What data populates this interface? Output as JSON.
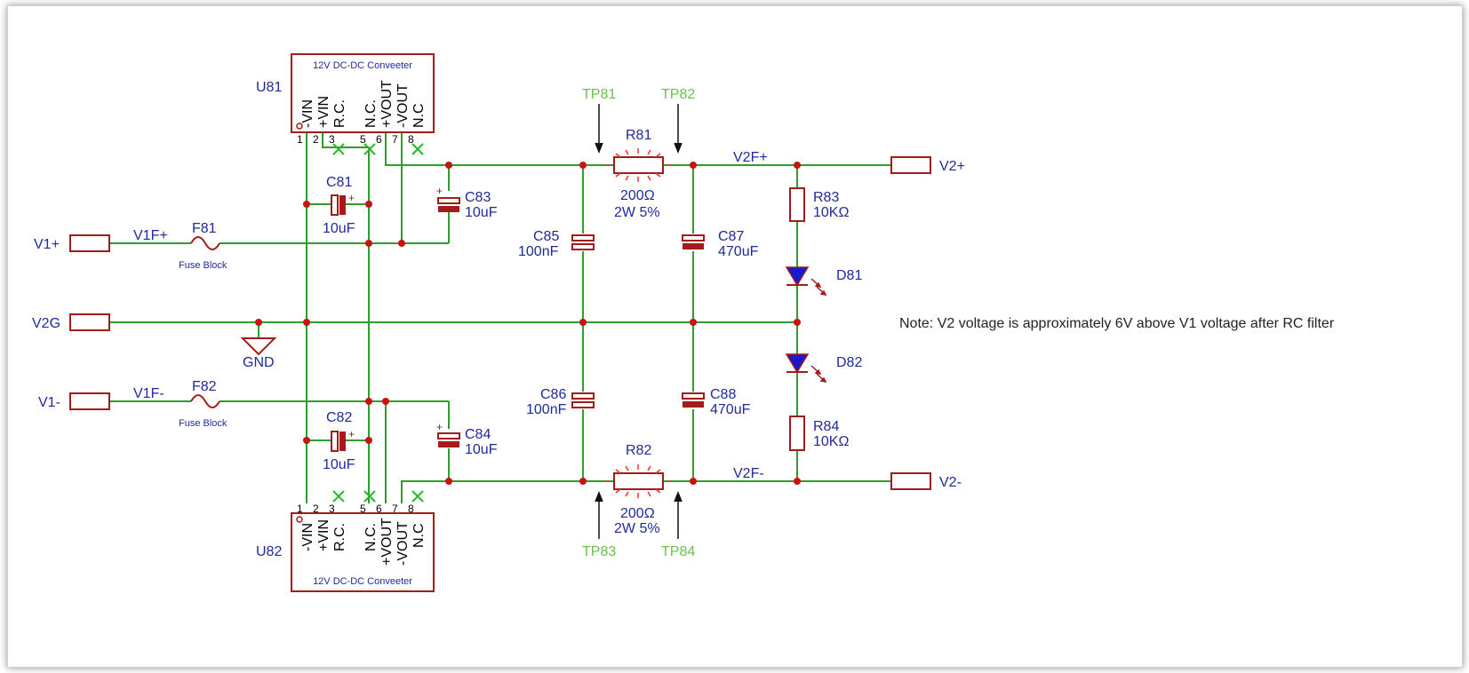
{
  "converters": {
    "u81": {
      "ref": "U81",
      "title": "12V DC-DC Conveeter"
    },
    "u82": {
      "ref": "U82",
      "title": "12V DC-DC Conveeter"
    },
    "pin_names": [
      "-VIN",
      "+VIN",
      "R.C.",
      "N.C.",
      "+VOUT",
      "-VOUT",
      "N.C"
    ],
    "pin_numbers": [
      "1",
      "2",
      "3",
      "5",
      "6",
      "7",
      "8"
    ]
  },
  "ports": {
    "v1p": "V1+",
    "v2g": "V2G",
    "v1m": "V1-",
    "v2p": "V2+",
    "v2m": "V2-"
  },
  "nets": {
    "v1fp": "V1F+",
    "v1fm": "V1F-",
    "v2fp": "V2F+",
    "v2fm": "V2F-",
    "gnd": "GND"
  },
  "fuses": {
    "f81": {
      "ref": "F81",
      "desc": "Fuse Block"
    },
    "f82": {
      "ref": "F82",
      "desc": "Fuse Block"
    }
  },
  "capacitors": {
    "c81": {
      "ref": "C81",
      "value": "10uF"
    },
    "c82": {
      "ref": "C82",
      "value": "10uF"
    },
    "c83": {
      "ref": "C83",
      "value": "10uF"
    },
    "c84": {
      "ref": "C84",
      "value": "10uF"
    },
    "c85": {
      "ref": "C85",
      "value": "100nF"
    },
    "c86": {
      "ref": "C86",
      "value": "100nF"
    },
    "c87": {
      "ref": "C87",
      "value": "470uF"
    },
    "c88": {
      "ref": "C88",
      "value": "470uF"
    }
  },
  "resistors": {
    "r81": {
      "ref": "R81",
      "value": "200Ω",
      "rating": "2W 5%"
    },
    "r82": {
      "ref": "R82",
      "value": "200Ω",
      "rating": "2W 5%"
    },
    "r83": {
      "ref": "R83",
      "value": "10KΩ"
    },
    "r84": {
      "ref": "R84",
      "value": "10KΩ"
    }
  },
  "leds": {
    "d81": "D81",
    "d82": "D82"
  },
  "test_points": {
    "tp81": "TP81",
    "tp82": "TP82",
    "tp83": "TP83",
    "tp84": "TP84"
  },
  "note": "Note: V2 voltage is approximately 6V above V1 voltage after RC filter",
  "colors": {
    "wire": "#2e9e2e",
    "component": "#a31b1b",
    "label": "#1f2a9c",
    "testpoint": "#6cc04a",
    "led": "#1a1acc",
    "junction": "#cc1111"
  }
}
